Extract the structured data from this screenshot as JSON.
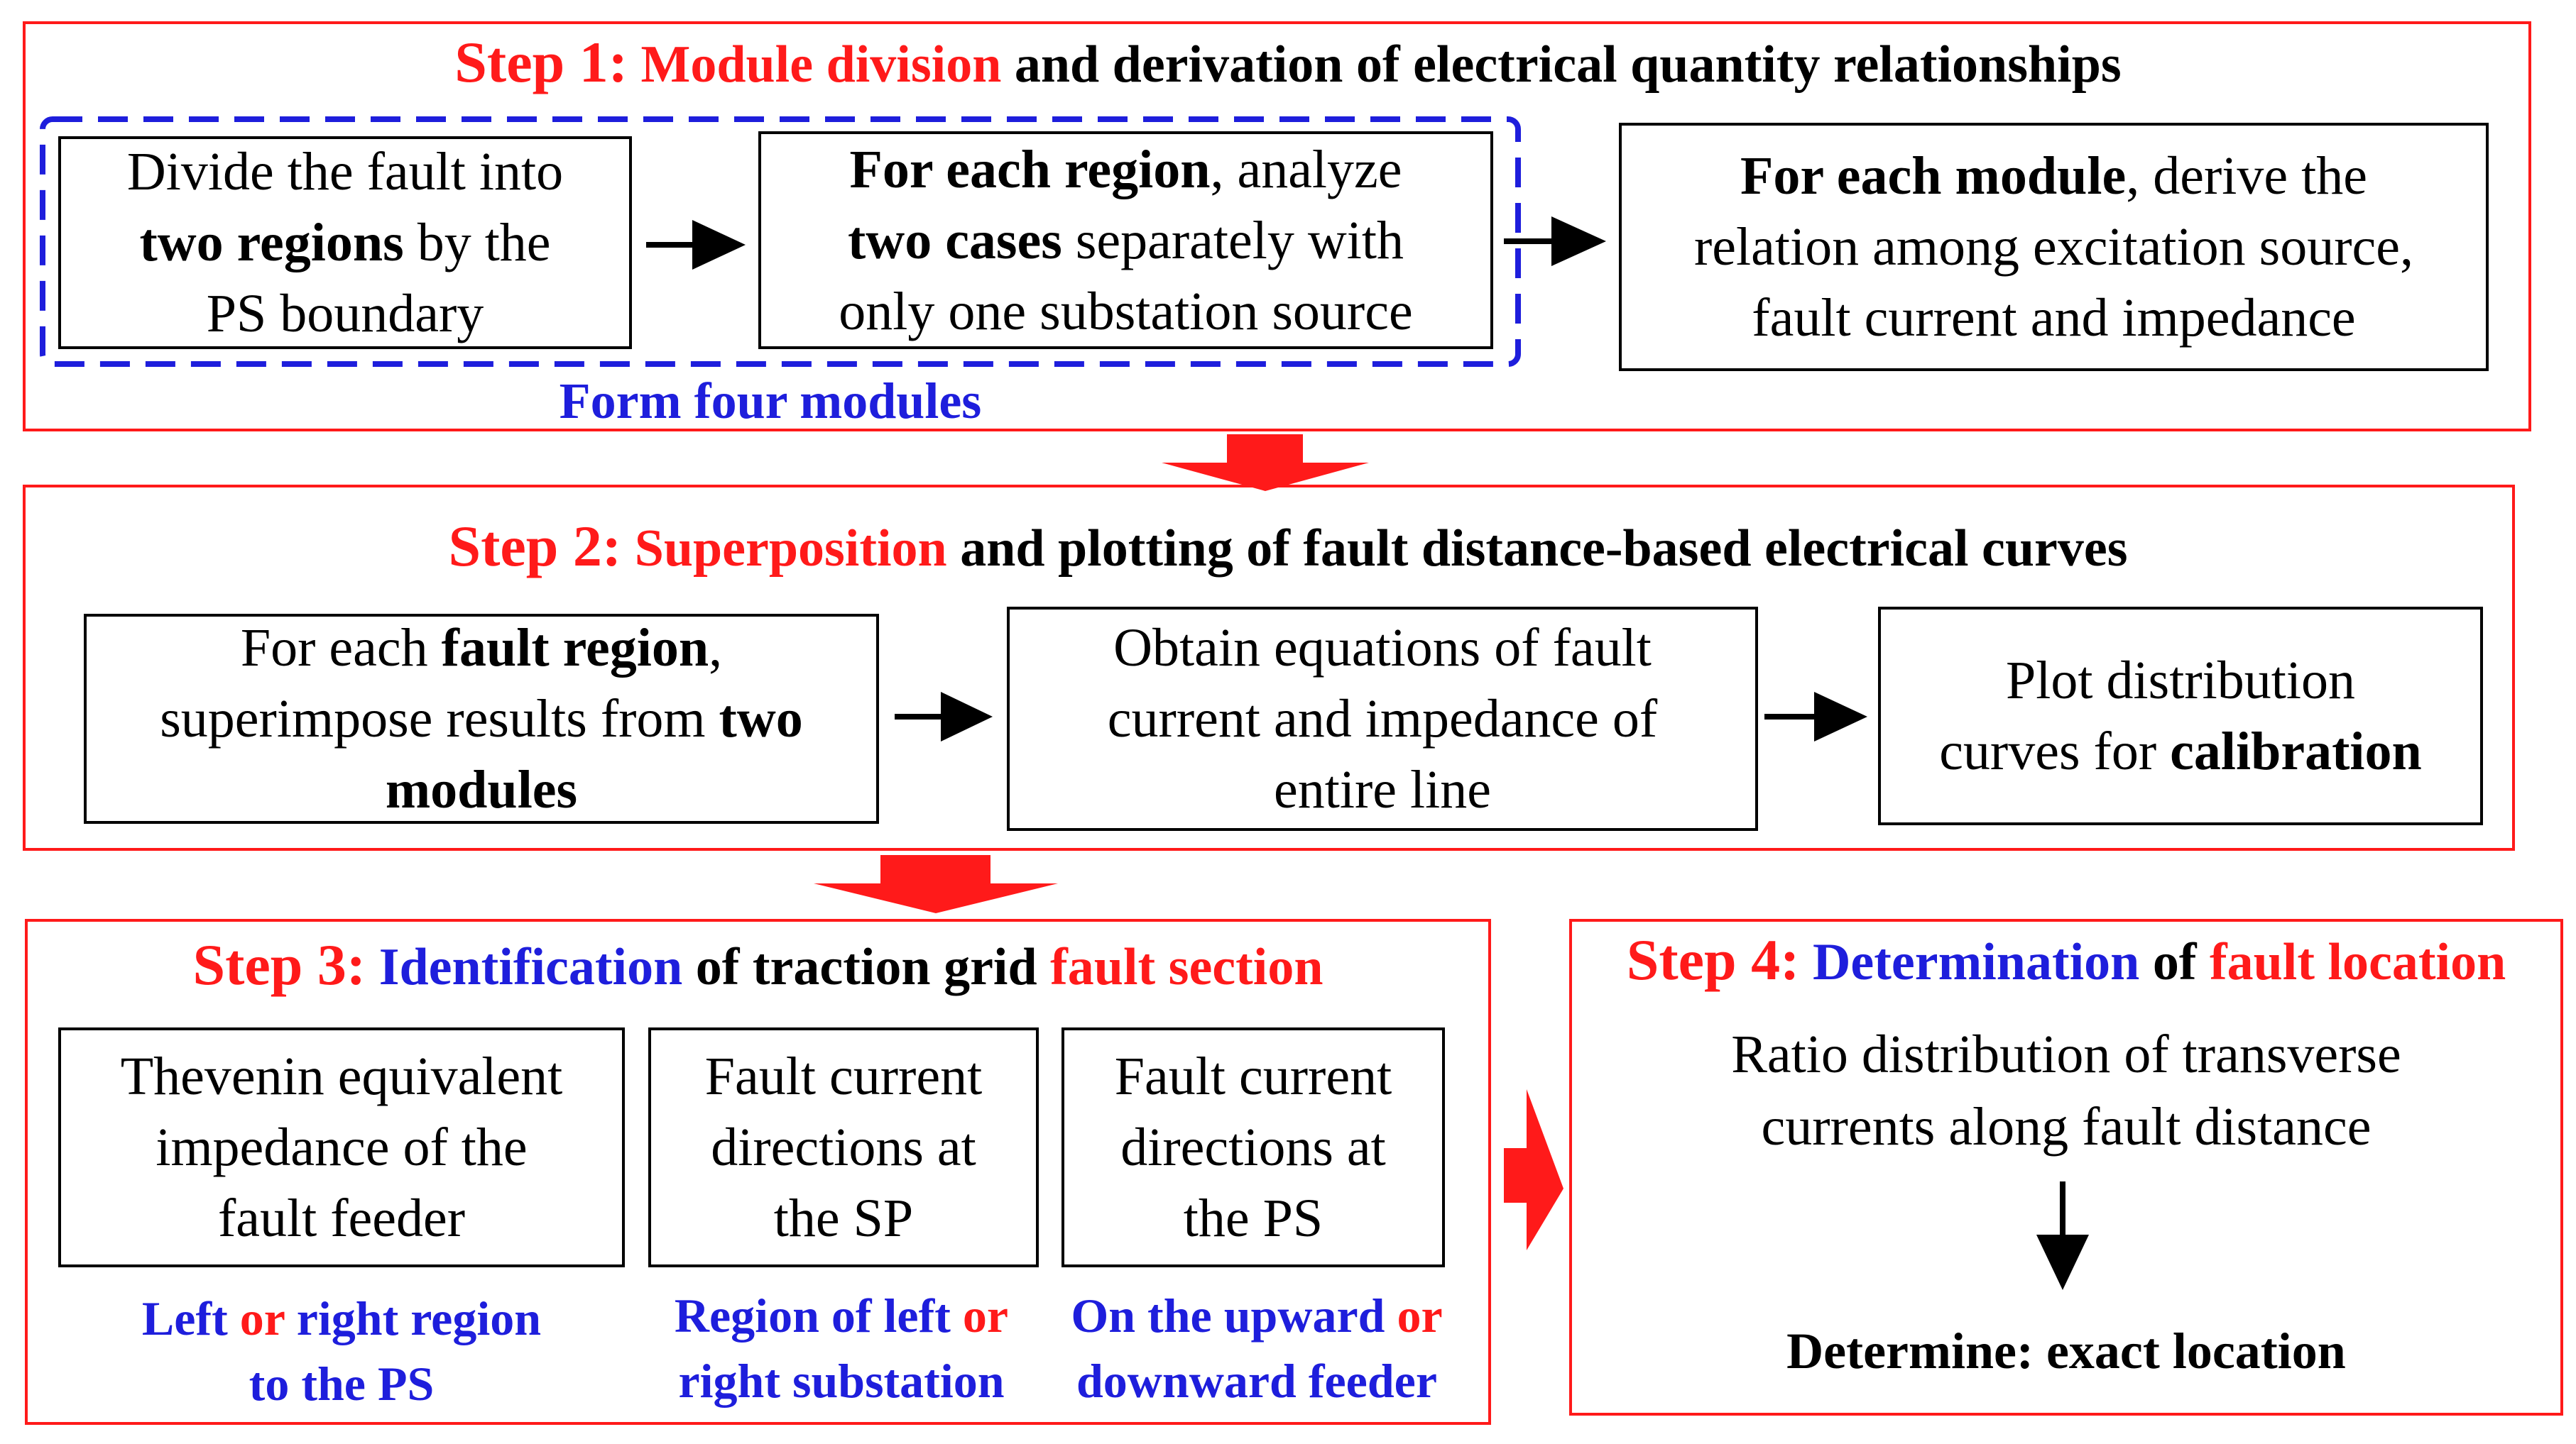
{
  "colors": {
    "red": "#ff1a1a",
    "blue": "#1e1edc",
    "black": "#000000"
  },
  "step1": {
    "title_step": "Step 1:",
    "title_red": "Module division",
    "title_rest": "and derivation of electrical quantity relationships",
    "box1": {
      "a": "Divide the fault into",
      "b_bold": "two regions",
      "c": "by the",
      "d": "PS boundary"
    },
    "box2": {
      "a_bold": "For each region",
      "b": ", analyze",
      "c_bold": "two cases",
      "d": "separately with",
      "e": "only one substation source"
    },
    "box3": {
      "a_bold": "For each module",
      "b": ", derive the",
      "c": "relation among excitation source,",
      "d": "fault current and impedance"
    },
    "group_label": "Form four modules"
  },
  "step2": {
    "title_step": "Step 2:",
    "title_red": "Superposition",
    "title_rest": "and plotting of fault distance-based electrical curves",
    "box1": {
      "a": "For each",
      "b_bold": "fault region",
      "c": ",",
      "d": "superimpose results from",
      "e_bold": "two",
      "f_bold": "modules"
    },
    "box2": {
      "a": "Obtain equations of fault",
      "b": "current and impedance of",
      "c": "entire line"
    },
    "box3": {
      "a": "Plot distribution",
      "b": "curves for",
      "c_bold": "calibration"
    }
  },
  "step3": {
    "title_step": "Step 3:",
    "title_blue": "Identification",
    "title_mid": "of traction grid",
    "title_red": "fault section",
    "box1": {
      "l1": "Thevenin equivalent",
      "l2": "impedance of the",
      "l3": "fault feeder"
    },
    "box2": {
      "l1": "Fault current",
      "l2": "directions at",
      "l3": "the SP"
    },
    "box3": {
      "l1": "Fault current",
      "l2": "directions at",
      "l3": "the PS"
    },
    "label1": {
      "a": "Left",
      "or": "or",
      "b": "right region",
      "c": "to the PS"
    },
    "label2": {
      "a": "Region of left",
      "or": "or",
      "b": "right substation"
    },
    "label3": {
      "a": "On the upward",
      "or": "or",
      "b": "downward feeder"
    }
  },
  "step4": {
    "title_step": "Step 4:",
    "title_blue": "Determination",
    "title_mid": "of",
    "title_red": "fault location",
    "text_l1": "Ratio distribution of transverse",
    "text_l2": "currents along fault distance",
    "result": "Determine: exact location"
  }
}
